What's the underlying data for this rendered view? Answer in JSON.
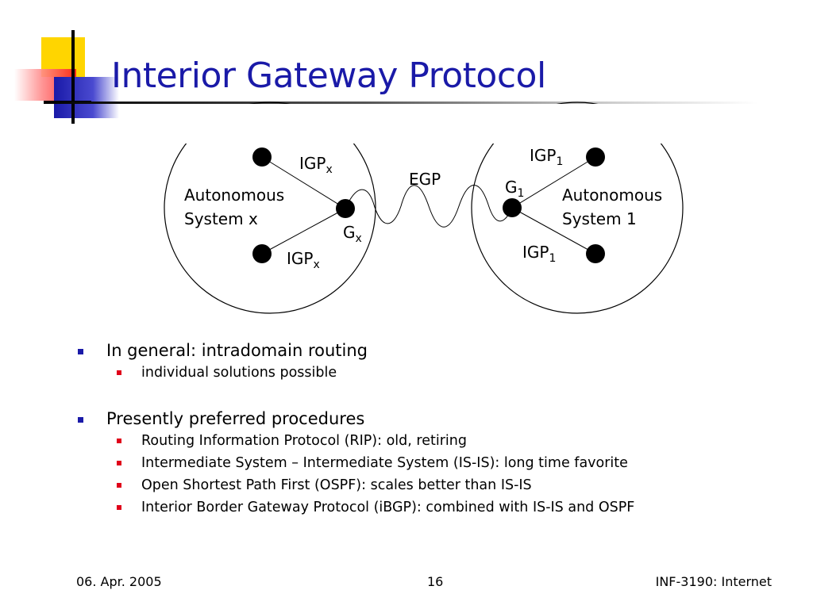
{
  "title": "Interior Gateway Protocol",
  "diagram": {
    "as_x": {
      "line1": "Autonomous",
      "line2": "System x"
    },
    "as_1": {
      "line1": "Autonomous",
      "line2": "System 1"
    },
    "igp_x_top": {
      "base": "IGP",
      "sub": "x"
    },
    "igp_x_bottom": {
      "base": "IGP",
      "sub": "x"
    },
    "gx": {
      "base": "G",
      "sub": "x"
    },
    "egp": "EGP",
    "g1": {
      "base": "G",
      "sub": "1"
    },
    "igp_1_top": {
      "base": "IGP",
      "sub": "1"
    },
    "igp_1_bottom": {
      "base": "IGP",
      "sub": "1"
    }
  },
  "bullets": [
    {
      "text": "In general: intradomain routing",
      "sub": [
        "individual solutions possible"
      ]
    },
    {
      "text": "Presently preferred procedures",
      "sub": [
        "Routing Information Protocol (RIP): old, retiring",
        "Intermediate System – Intermediate System (IS-IS): long time favorite",
        "Open Shortest Path First (OSPF): scales better than IS-IS",
        "Interior Border Gateway Protocol (iBGP): combined with IS-IS and OSPF"
      ]
    }
  ],
  "footer": {
    "date": "06. Apr. 2005",
    "page": "16",
    "course": "INF-3190: Internet"
  },
  "colors": {
    "title": "#1a1aa8",
    "bullet_l1": "#1a1aa8",
    "bullet_l2": "#e0001a"
  }
}
